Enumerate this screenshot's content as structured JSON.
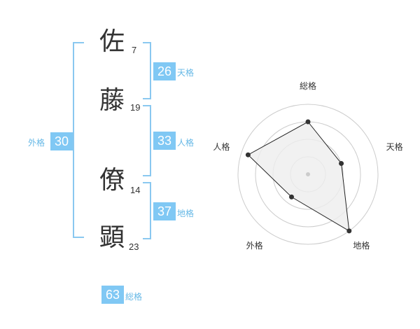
{
  "characters": [
    {
      "char": "佐",
      "strokes": "7"
    },
    {
      "char": "藤",
      "strokes": "19"
    },
    {
      "char": "僚",
      "strokes": "14"
    },
    {
      "char": "顕",
      "strokes": "23"
    }
  ],
  "kaku": {
    "tenkaku": {
      "value": "26",
      "label": "天格"
    },
    "jinkaku": {
      "value": "33",
      "label": "人格"
    },
    "chikaku": {
      "value": "37",
      "label": "地格"
    },
    "gaikaku": {
      "value": "30",
      "label": "外格"
    },
    "soukaku": {
      "value": "63",
      "label": "総格"
    }
  },
  "chart_data": {
    "type": "radar",
    "axes": [
      "総格",
      "天格",
      "地格",
      "外格",
      "人格"
    ],
    "values": [
      0.75,
      0.5,
      1.0,
      0.4,
      0.9
    ],
    "range": [
      0,
      1
    ],
    "rings": 4,
    "colors": {
      "fill": "#eeeeee",
      "line": "#222222",
      "grid": "#cccccc"
    }
  },
  "colors": {
    "accent": "#80c8f4",
    "accent_text": "#66b8e6",
    "bracket": "#8ac8f0"
  }
}
